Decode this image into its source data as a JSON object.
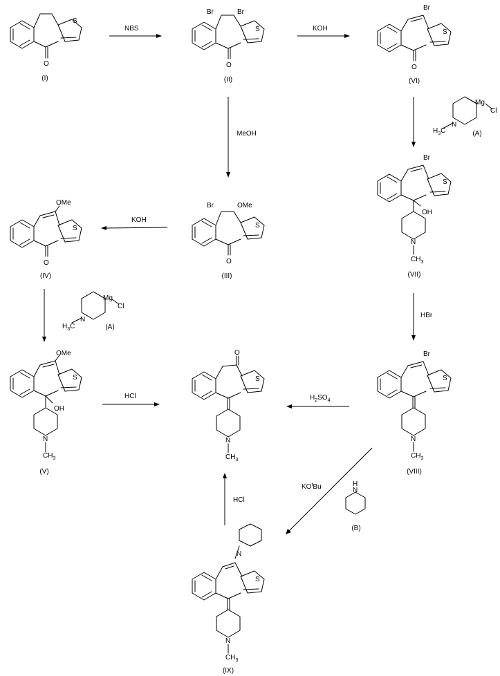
{
  "reagents": {
    "nbs": "NBS",
    "koh": "KOH",
    "meoh": "MeOH",
    "hbr": "HBr",
    "hcl": "HCl",
    "h2so4_main": "H",
    "h2so4_sub": "2",
    "h2so4_mid": "SO",
    "h2so4_sub2": "4",
    "kotbu_k": "KO",
    "kotbu_sup": "t",
    "kotbu_bu": "Bu"
  },
  "atoms": {
    "S": "S",
    "O": "O",
    "Br": "Br",
    "OMe": "OMe",
    "OH": "OH",
    "N": "N",
    "H": "H",
    "CH": "CH",
    "three": "3",
    "Mg": "Mg",
    "Cl": "Cl"
  },
  "compounds": {
    "I": "(I)",
    "II": "(II)",
    "III": "(III)",
    "IV": "(IV)",
    "V": "(V)",
    "VI": "(VI)",
    "VII": "(VII)",
    "VIII": "(VIII)",
    "IX": "(IX)",
    "A": "(A)",
    "B": "(B)"
  }
}
